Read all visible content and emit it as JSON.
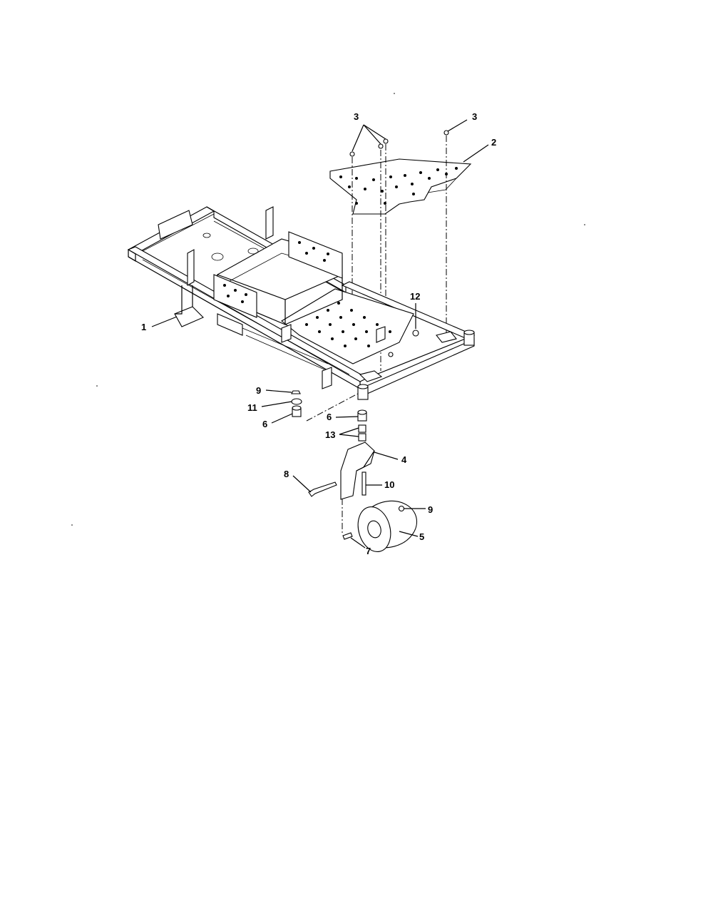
{
  "labels": {
    "l1": "1",
    "l2": "2",
    "l3a": "3",
    "l3b": "3",
    "l4": "4",
    "l5": "5",
    "l6a": "6",
    "l6b": "6",
    "l7": "7",
    "l8": "8",
    "l9a": "9",
    "l9b": "9",
    "l10": "10",
    "l11": "11",
    "l12": "12",
    "l13": "13"
  }
}
